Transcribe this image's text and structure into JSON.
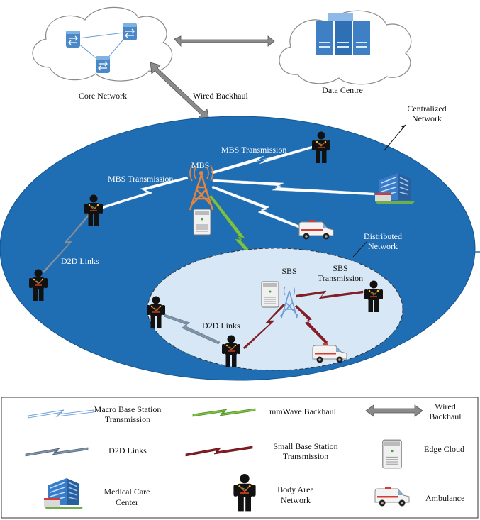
{
  "labels": {
    "core_network": "Core Network",
    "data_centre": "Data Centre",
    "wired_backhaul": "Wired Backhaul",
    "centralized_1": "Centralized",
    "centralized_2": "Network",
    "mbs_transmission_right": "MBS Transmission",
    "mbs_transmission_left": "MBS Transmission",
    "mbs": "MBS",
    "d2d_links_outer": "D2D Links",
    "distributed_1": "Distributed",
    "distributed_2": "Network",
    "sbs": "SBS",
    "sbs_transmission_1": "SBS",
    "sbs_transmission_2": "Transmission",
    "d2d_links_inner": "D2D Links"
  },
  "legend": {
    "macro_1": "Macro Base Station",
    "macro_2": "Transmission",
    "mmwave": "mmWave Backhaul",
    "wired_1": "Wired",
    "wired_2": "Backhaul",
    "d2d": "D2D Links",
    "small_1": "Small Base Station",
    "small_2": "Transmission",
    "edge_cloud": "Edge Cloud",
    "medical_1": "Medical Care",
    "medical_2": "Center",
    "ban_1": "Body Area",
    "ban_2": "Network",
    "ambulance": "Ambulance"
  },
  "colors": {
    "centralized_fill": "#1f6db3",
    "distributed_fill": "#d7e7f5",
    "macro_link": "#ffffff",
    "mmwave_link": "#7cc142",
    "d2d_link": "#7f93a8",
    "small_link": "#8b1c24",
    "wired": "#7f7f7f"
  },
  "icons": {
    "tower": "antenna-tower-icon",
    "router": "router-icon",
    "server": "server-rack-icon",
    "person": "body-area-network-person-icon",
    "hospital": "hospital-building-icon",
    "ambulance": "ambulance-icon",
    "edge": "edge-cloud-server-icon"
  }
}
